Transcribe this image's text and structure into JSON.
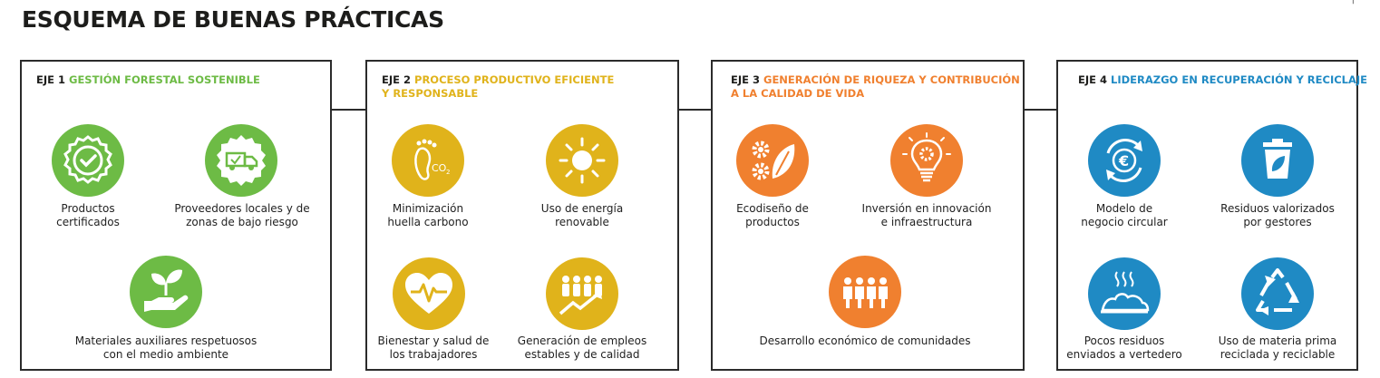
{
  "title": "ESQUEMA DE BUENAS PRÁCTICAS",
  "corner_mark": "|",
  "colors": {
    "green": "#6dbb45",
    "yellow": "#e0b31b",
    "orange": "#f0802f",
    "blue": "#1f8ac4",
    "border": "#2b2b2b"
  },
  "panels": [
    {
      "eje": "EJE 1",
      "name": "GESTIÓN FORESTAL SOSTENIBLE",
      "color": "#6dbb45",
      "items": [
        {
          "icon": "certified-badge-icon",
          "label1": "Productos",
          "label2": "certificados"
        },
        {
          "icon": "truck-badge-icon",
          "label1": "Proveedores locales y de",
          "label2": "zonas de bajo riesgo"
        },
        {
          "icon": "hand-plant-icon",
          "label1": "Materiales auxiliares respetuosos",
          "label2": "con el medio ambiente"
        }
      ]
    },
    {
      "eje": "EJE 2",
      "name_line1": "PROCESO PRODUCTIVO EFICIENTE",
      "name_line2": "Y RESPONSABLE",
      "color": "#e0b31b",
      "items": [
        {
          "icon": "footprint-co2-icon",
          "label1": "Minimización",
          "label2": "huella carbono"
        },
        {
          "icon": "sun-icon",
          "label1": "Uso de energía",
          "label2": "renovable"
        },
        {
          "icon": "heart-pulse-icon",
          "label1": "Bienestar y salud de",
          "label2": "los trabajadores"
        },
        {
          "icon": "people-growth-icon",
          "label1": "Generación de empleos",
          "label2": "estables y de calidad"
        }
      ]
    },
    {
      "eje": "EJE 3",
      "name_line1": "GENERACIÓN DE RIQUEZA Y CONTRIBUCIÓN",
      "name_line2": "A LA CALIDAD DE VIDA",
      "color": "#f0802f",
      "items": [
        {
          "icon": "gears-leaf-icon",
          "label1": "Ecodiseño de",
          "label2": "productos"
        },
        {
          "icon": "lightbulb-gear-icon",
          "label1": "Inversión en innovación",
          "label2": "e infraestructura"
        },
        {
          "icon": "community-icon",
          "label1": "Desarrollo económico de comunidades",
          "label2": ""
        }
      ]
    },
    {
      "eje": "EJE 4",
      "name": "LIDERAZGO EN RECUPERACIÓN Y RECICLAJE",
      "color": "#1f8ac4",
      "items": [
        {
          "icon": "euro-cycle-icon",
          "label1": "Modelo de",
          "label2": "negocio circular"
        },
        {
          "icon": "bin-leaf-icon",
          "label1": "Residuos valorizados",
          "label2": "por gestores"
        },
        {
          "icon": "landfill-icon",
          "label1": "Pocos residuos",
          "label2": "enviados a vertedero"
        },
        {
          "icon": "recycle-icon",
          "label1": "Uso de materia prima",
          "label2": "reciclada y reciclable"
        }
      ]
    }
  ]
}
